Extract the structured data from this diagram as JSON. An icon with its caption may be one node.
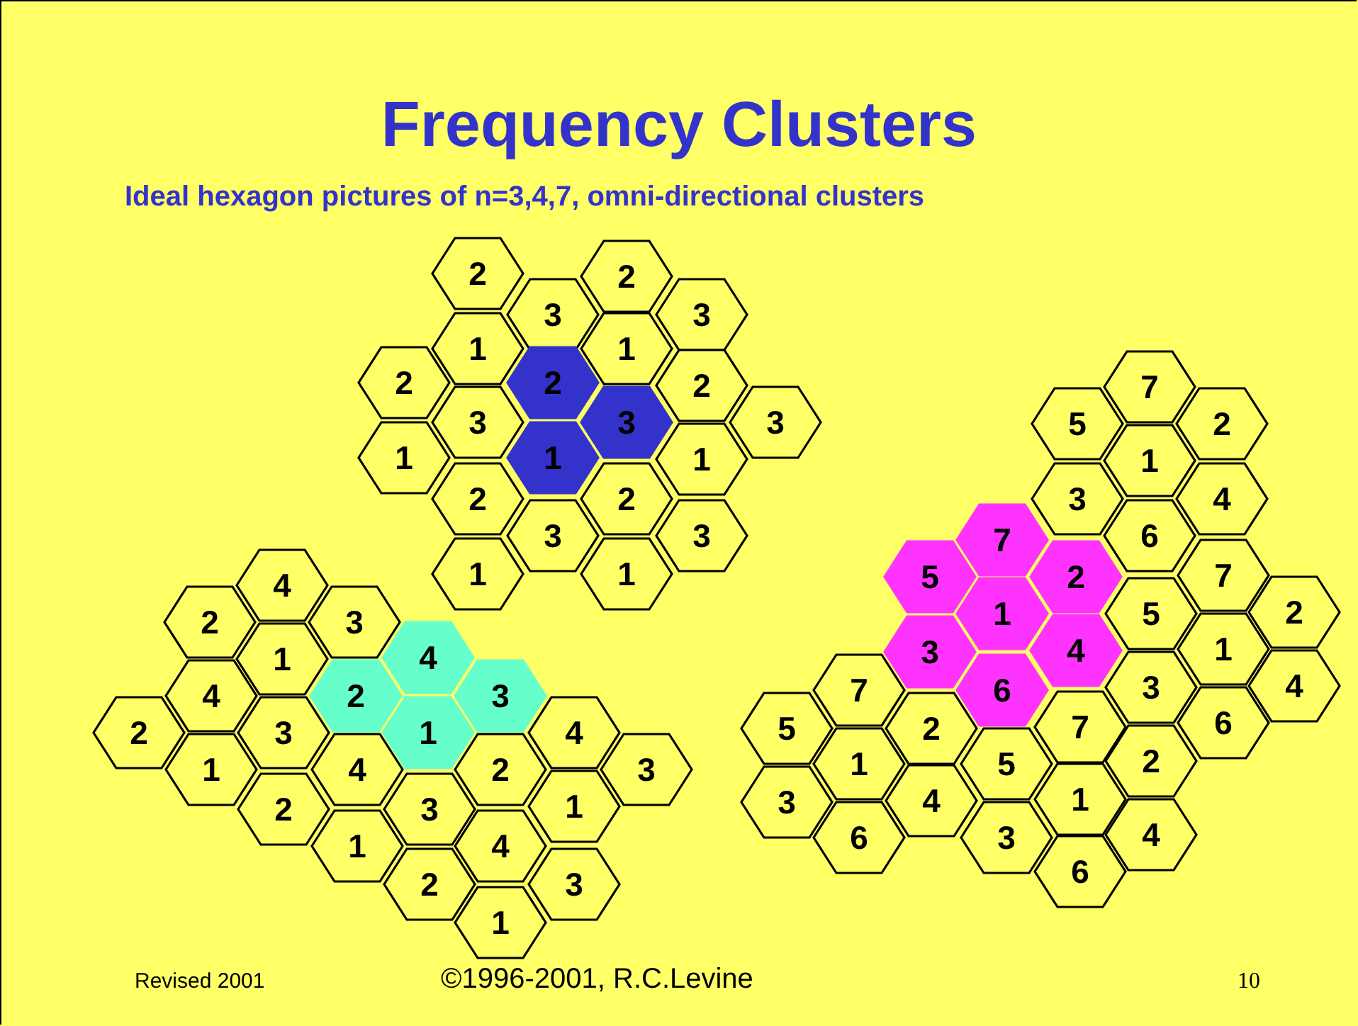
{
  "diagram": {
    "title": "Frequency Clusters",
    "nodes": [
      {
        "text": [
          "2"
        ]
      },
      {
        "text": [
          "2"
        ]
      },
      {
        "text": [
          "3"
        ]
      },
      {
        "text": [
          "3"
        ]
      },
      {
        "text": [
          "1"
        ]
      },
      {
        "text": [
          "1"
        ]
      },
      {
        "text": [
          "2"
        ]
      },
      {
        "text": [
          "2"
        ]
      },
      {
        "text": [
          "2"
        ]
      },
      {
        "text": [
          "3"
        ]
      },
      {
        "text": [
          "3"
        ]
      },
      {
        "text": [
          "3"
        ]
      },
      {
        "text": [
          "1"
        ]
      },
      {
        "text": [
          "1"
        ]
      },
      {
        "text": [
          "1"
        ]
      },
      {
        "text": [
          "2"
        ]
      },
      {
        "text": [
          "2"
        ]
      },
      {
        "text": [
          "3"
        ]
      },
      {
        "text": [
          "3"
        ]
      },
      {
        "text": [
          "1"
        ]
      },
      {
        "text": [
          "1"
        ]
      },
      {
        "text": [
          "4"
        ]
      },
      {
        "text": [
          "2"
        ]
      },
      {
        "text": [
          "3"
        ]
      },
      {
        "text": [
          "1"
        ]
      },
      {
        "text": [
          "4"
        ]
      },
      {
        "text": [
          "4"
        ]
      },
      {
        "text": [
          "2"
        ]
      },
      {
        "text": [
          "3"
        ]
      },
      {
        "text": [
          "2"
        ]
      },
      {
        "text": [
          "3"
        ]
      },
      {
        "text": [
          "1"
        ]
      },
      {
        "text": [
          "4"
        ]
      },
      {
        "text": [
          "1"
        ]
      },
      {
        "text": [
          "4"
        ]
      },
      {
        "text": [
          "2"
        ]
      },
      {
        "text": [
          "3"
        ]
      },
      {
        "text": [
          "2"
        ]
      },
      {
        "text": [
          "3"
        ]
      },
      {
        "text": [
          "1"
        ]
      },
      {
        "text": [
          "1"
        ]
      },
      {
        "text": [
          "4"
        ]
      },
      {
        "text": [
          "2"
        ]
      },
      {
        "text": [
          "3"
        ]
      },
      {
        "text": [
          "1"
        ]
      },
      {
        "text": [
          "7"
        ]
      },
      {
        "text": [
          "5"
        ]
      },
      {
        "text": [
          "2"
        ]
      },
      {
        "text": [
          "1"
        ]
      },
      {
        "text": [
          "3"
        ]
      },
      {
        "text": [
          "4"
        ]
      },
      {
        "text": [
          "6"
        ]
      },
      {
        "text": [
          "7"
        ]
      },
      {
        "text": [
          "5"
        ]
      },
      {
        "text": [
          "2"
        ]
      },
      {
        "text": [
          "7"
        ]
      },
      {
        "text": [
          "1"
        ]
      },
      {
        "text": [
          "5"
        ]
      },
      {
        "text": [
          "2"
        ]
      },
      {
        "text": [
          "3"
        ]
      },
      {
        "text": [
          "4"
        ]
      },
      {
        "text": [
          "1"
        ]
      },
      {
        "text": [
          "7"
        ]
      },
      {
        "text": [
          "6"
        ]
      },
      {
        "text": [
          "3"
        ]
      },
      {
        "text": [
          "4"
        ]
      },
      {
        "text": [
          "6"
        ]
      },
      {
        "text": [
          "5"
        ]
      },
      {
        "text": [
          "2"
        ]
      },
      {
        "text": [
          "7"
        ]
      },
      {
        "text": [
          "1"
        ]
      },
      {
        "text": [
          "5"
        ]
      },
      {
        "text": [
          "2"
        ]
      },
      {
        "text": [
          "3"
        ]
      },
      {
        "text": [
          "4"
        ]
      },
      {
        "text": [
          "1"
        ]
      },
      {
        "text": [
          "6"
        ]
      },
      {
        "text": [
          "3"
        ]
      },
      {
        "text": [
          "4"
        ]
      },
      {
        "text": [
          "6"
        ]
      }
    ],
    "labels": [
      "Ideal hexagon pictures of n=3,4,7, omni-directional clusters",
      "Revised 2001",
      "©1996-2001, R.C.Levine",
      "10"
    ]
  }
}
